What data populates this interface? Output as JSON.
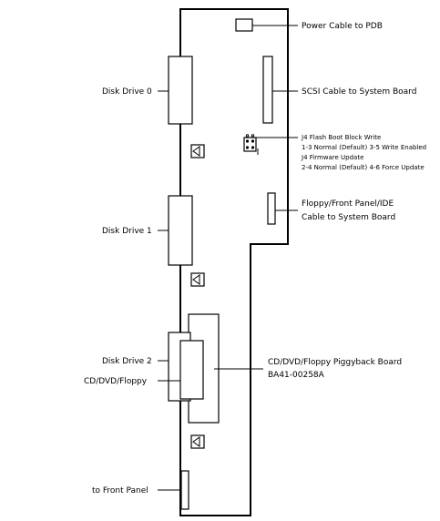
{
  "labels": {
    "power_cable": "Power Cable to PDB",
    "disk_drive_0": "Disk Drive 0",
    "scsi_cable": "SCSI Cable to System Board",
    "j4_line1": "J4 Flash Boot Block Write",
    "j4_line2": "1-3 Normal (Default) 3-5 Write Enabled",
    "j4_line3": "J4 Firmware Update",
    "j4_line4": "2-4 Normal (Default) 4-6 Force Update",
    "floppy_ide_line1": "Floppy/Front Panel/IDE",
    "floppy_ide_line2": "Cable to System Board",
    "disk_drive_1": "Disk Drive 1",
    "disk_drive_2": "Disk Drive 2",
    "cd_dvd_floppy": "CD/DVD/Floppy",
    "piggyback_line1": "CD/DVD/Floppy Piggyback Board",
    "piggyback_line2": "BA41-00258A",
    "front_panel": "to Front Panel"
  }
}
